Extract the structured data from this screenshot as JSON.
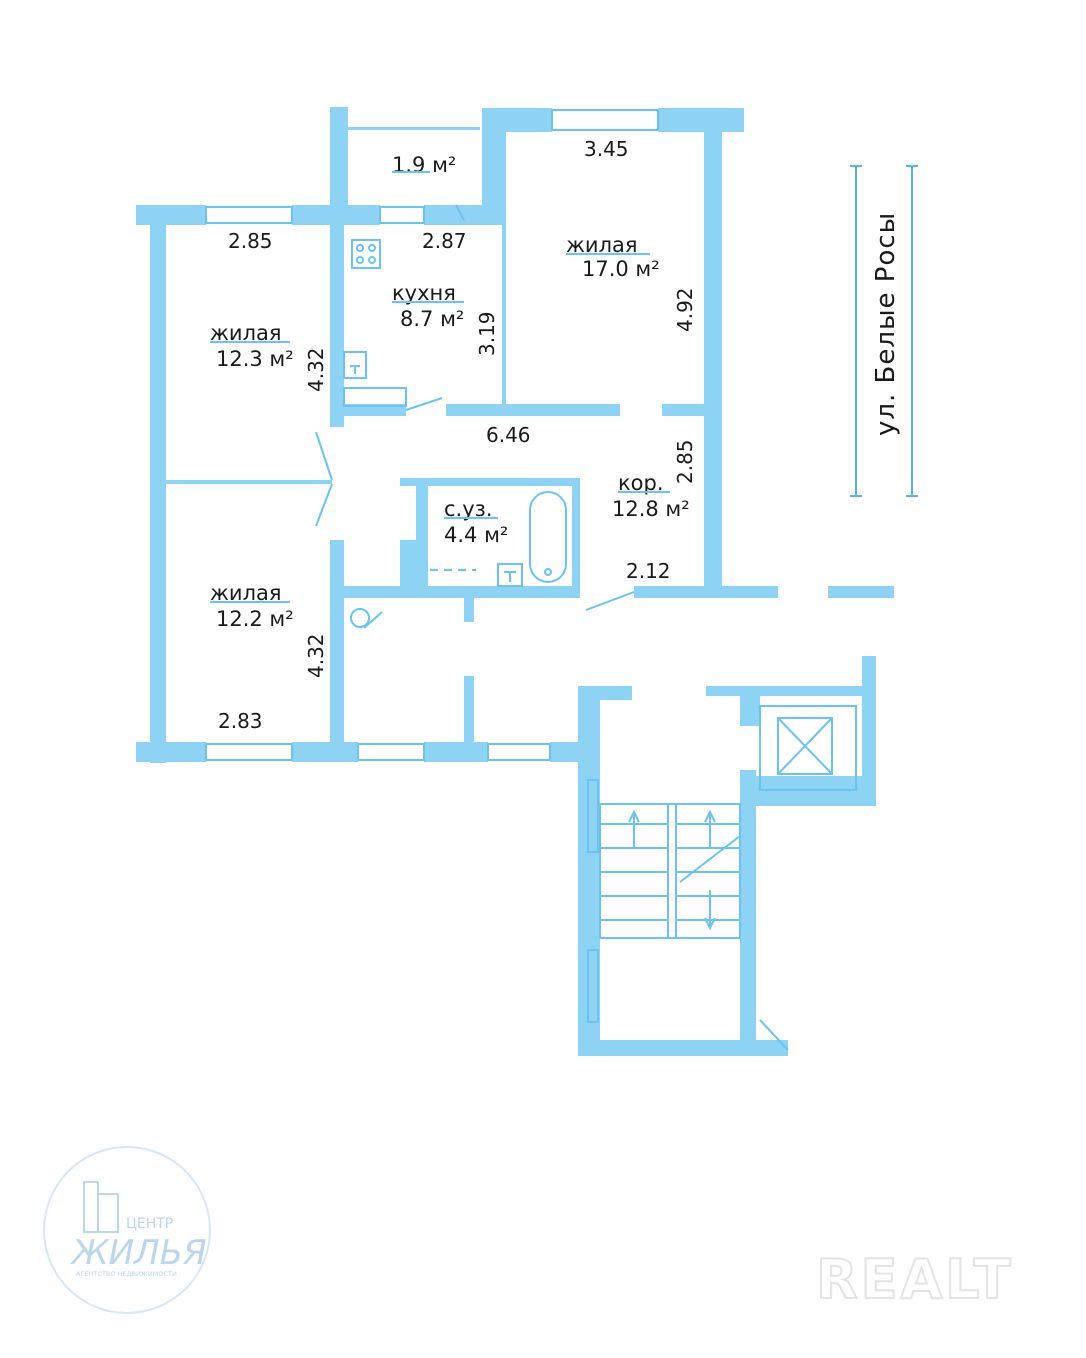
{
  "rooms": {
    "balcony": {
      "area": "1.9 м²"
    },
    "living_top_left": {
      "name": "жилая",
      "area": "12.3 м²"
    },
    "kitchen": {
      "name": "кухня",
      "area": "8.7 м²"
    },
    "living_top_right": {
      "name": "жилая",
      "area": "17.0 м²"
    },
    "bathroom": {
      "name": "с.уз.",
      "area": "4.4 м²"
    },
    "corridor": {
      "name": "кор.",
      "area": "12.8 м²"
    },
    "living_bottom_left": {
      "name": "жилая",
      "area": "12.2 м²"
    }
  },
  "dimensions": {
    "top_left_width": "2.85",
    "kitchen_width": "2.87",
    "top_right_width": "3.45",
    "top_left_depth": "4.32",
    "kitchen_depth": "3.19",
    "top_right_depth": "4.92",
    "corridor_length": "6.46",
    "corridor_depth": "2.85",
    "corridor_width": "2.12",
    "bottom_left_depth": "4.32",
    "bottom_left_width": "2.83"
  },
  "street": "ул. Белые Росы",
  "logo": {
    "line1": "ЦЕНТР",
    "line2": "ЖИЛЬЯ",
    "line3": "АГЕНТСТВО НЕДВИЖИМОСТИ"
  },
  "watermark": "REALT",
  "colors": {
    "wall": "#8fd3f4",
    "line": "#6cc3ee"
  }
}
